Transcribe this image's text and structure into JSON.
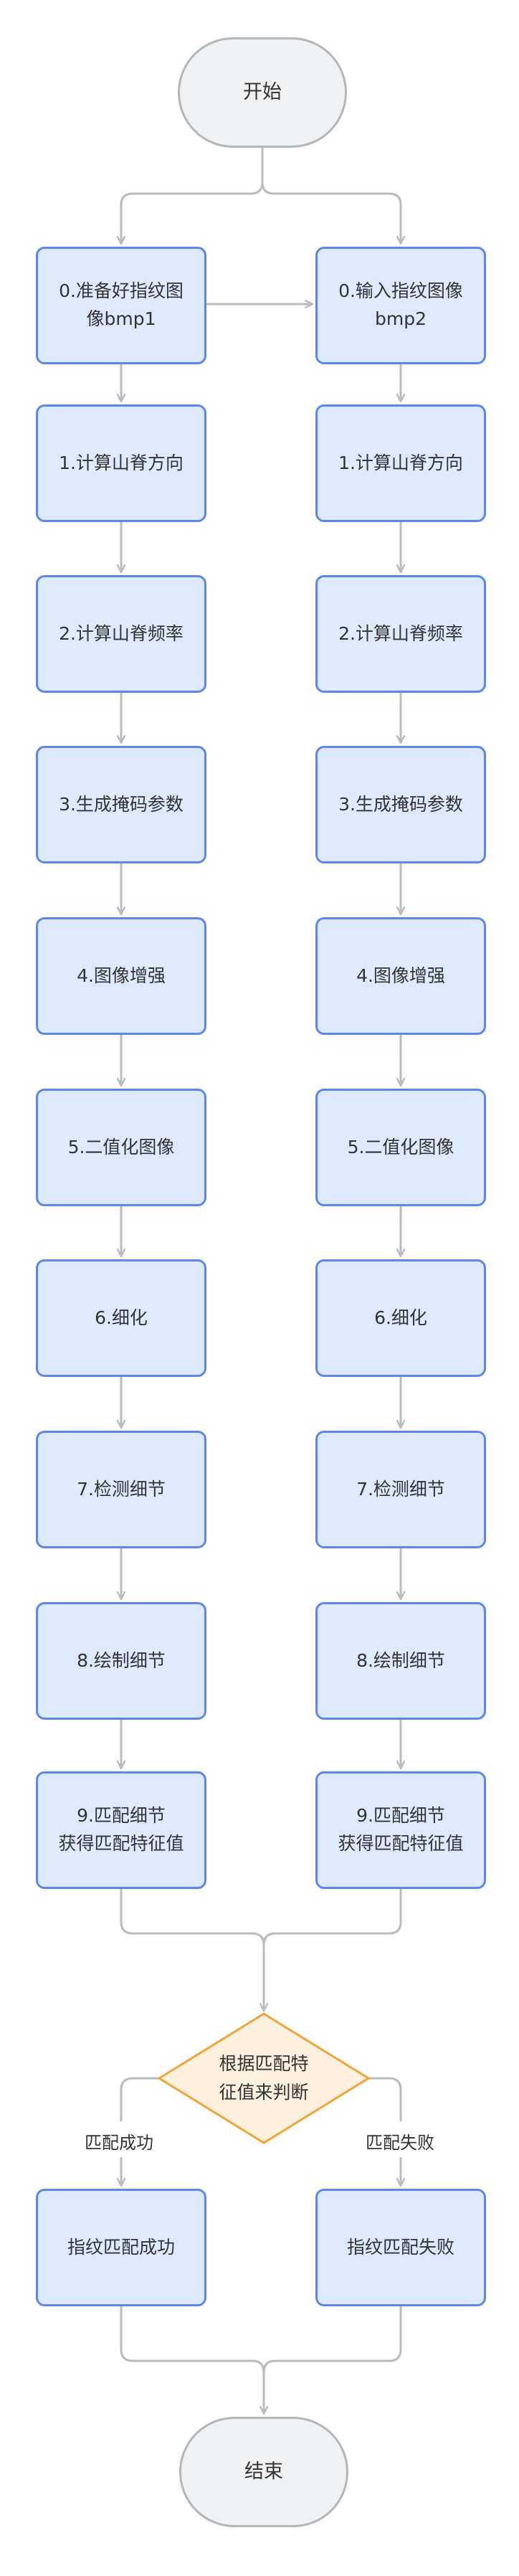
{
  "start": "开始",
  "end": "结束",
  "left_steps": [
    "0.准备好指纹图\n像bmp1",
    "1.计算山脊方向",
    "2.计算山脊频率",
    "3.生成掩码参数",
    "4.图像增强",
    "5.二值化图像",
    "6.细化",
    "7.检测细节",
    "8.绘制细节",
    "9.匹配细节\n获得匹配特征值"
  ],
  "right_steps": [
    "0.输入指纹图像\nbmp2",
    "1.计算山脊方向",
    "2.计算山脊频率",
    "3.生成掩码参数",
    "4.图像增强",
    "5.二值化图像",
    "6.细化",
    "7.检测细节",
    "8.绘制细节",
    "9.匹配细节\n获得匹配特征值"
  ],
  "decision": "根据匹配特\n征值来判断",
  "branch_success_label": "匹配成功",
  "branch_fail_label": "匹配失败",
  "result_success": "指纹匹配成功",
  "result_fail": "指纹匹配失败",
  "colors": {
    "process_fill": "#dfe9fd",
    "process_border": "#5b86f0",
    "terminal_fill": "#f0f1f3",
    "terminal_border": "#b3b6bb",
    "decision_fill": "#fdf0dc",
    "decision_border": "#f0a53a",
    "connector": "#b8bbc0"
  }
}
